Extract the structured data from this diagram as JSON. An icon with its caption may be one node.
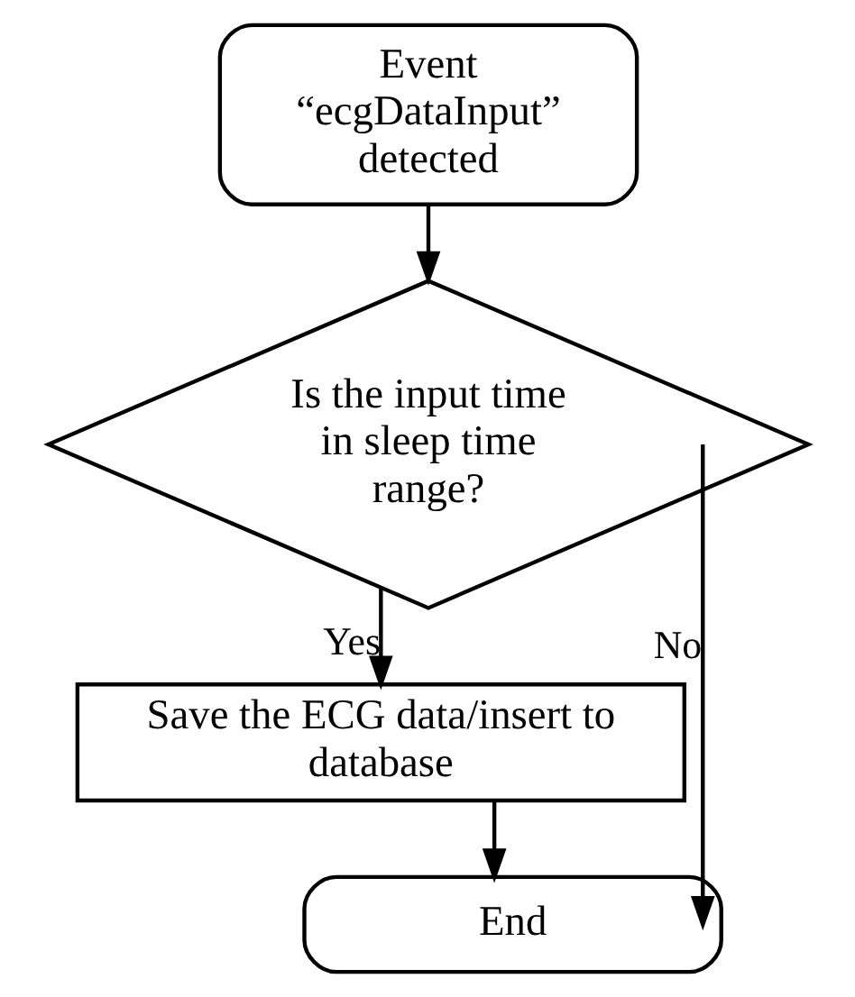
{
  "diagram": {
    "nodes": [
      {
        "text": [
          "Event “ecgDataInput” detected"
        ]
      },
      {
        "text": [
          "Is the input time in sleep time range?"
        ]
      },
      {
        "text": [
          "Save the ECG data/insert to database"
        ]
      },
      {
        "text": [
          "End"
        ]
      }
    ],
    "edges": [
      {
        "from": 0,
        "to": 1,
        "arrow": "to"
      },
      {
        "from": 1,
        "to": 2,
        "arrow": "to",
        "label": "Yes"
      },
      {
        "from": 2,
        "to": 3,
        "arrow": "to"
      },
      {
        "from": 1,
        "to": 3,
        "arrow": "to",
        "label": "No"
      }
    ]
  }
}
